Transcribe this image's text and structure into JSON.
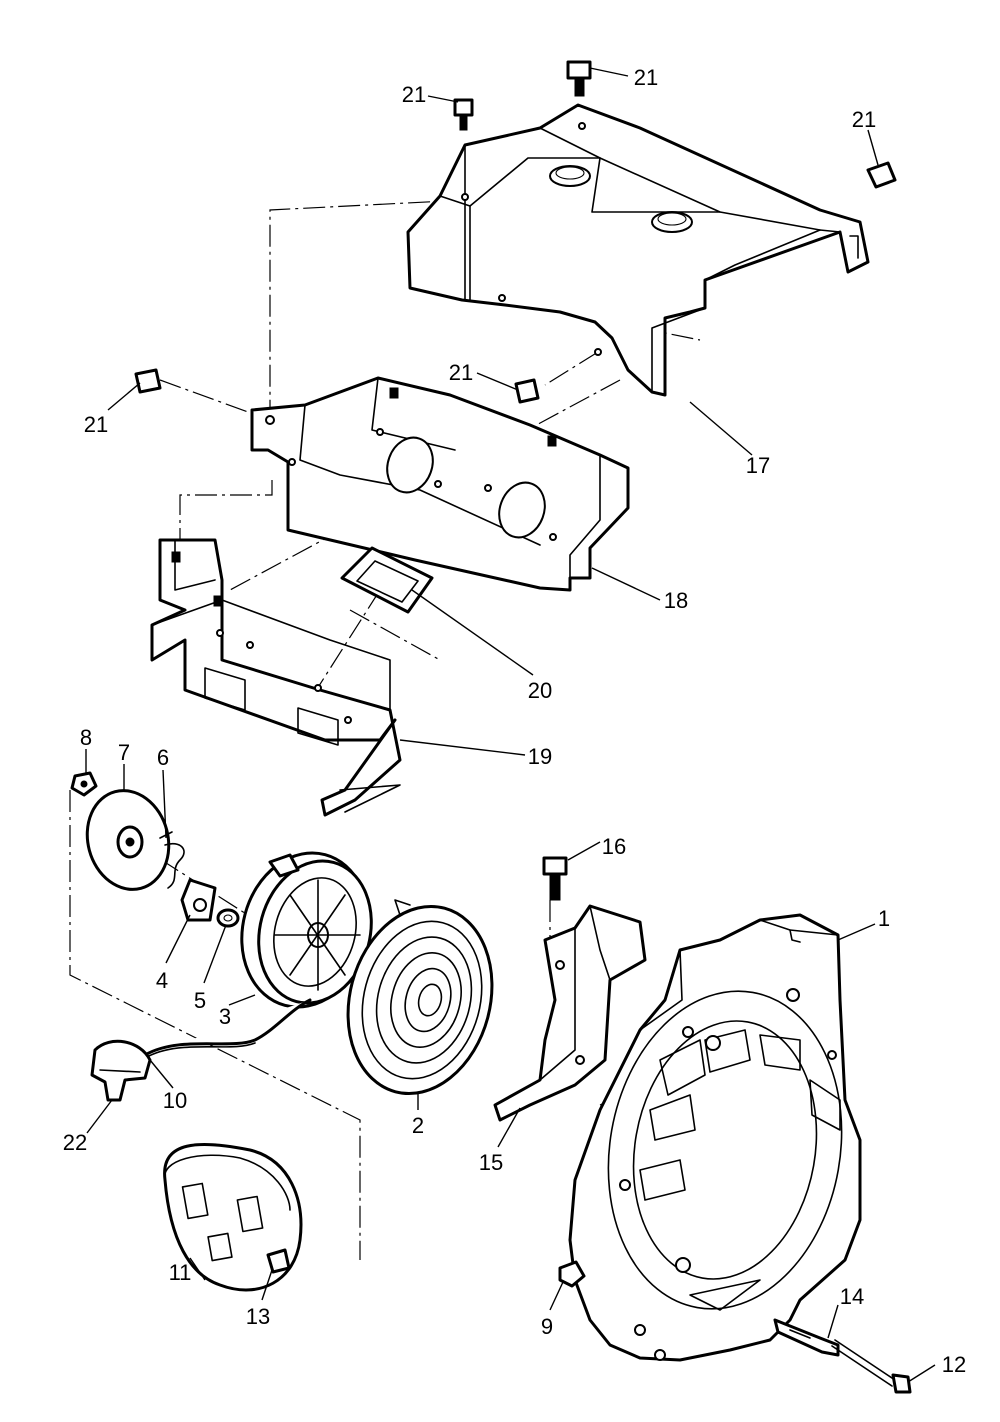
{
  "callouts": {
    "p1": "1",
    "p2": "2",
    "p3": "3",
    "p4": "4",
    "p5": "5",
    "p6": "6",
    "p7": "7",
    "p8": "8",
    "p9": "9",
    "p10": "10",
    "p11": "11",
    "p12": "12",
    "p13": "13",
    "p14": "14",
    "p15": "15",
    "p16": "16",
    "p17": "17",
    "p18": "18",
    "p19": "19",
    "p20": "20",
    "p22": "22",
    "p21a": "21",
    "p21b": "21",
    "p21c": "21",
    "p21d": "21",
    "p21e": "21"
  }
}
